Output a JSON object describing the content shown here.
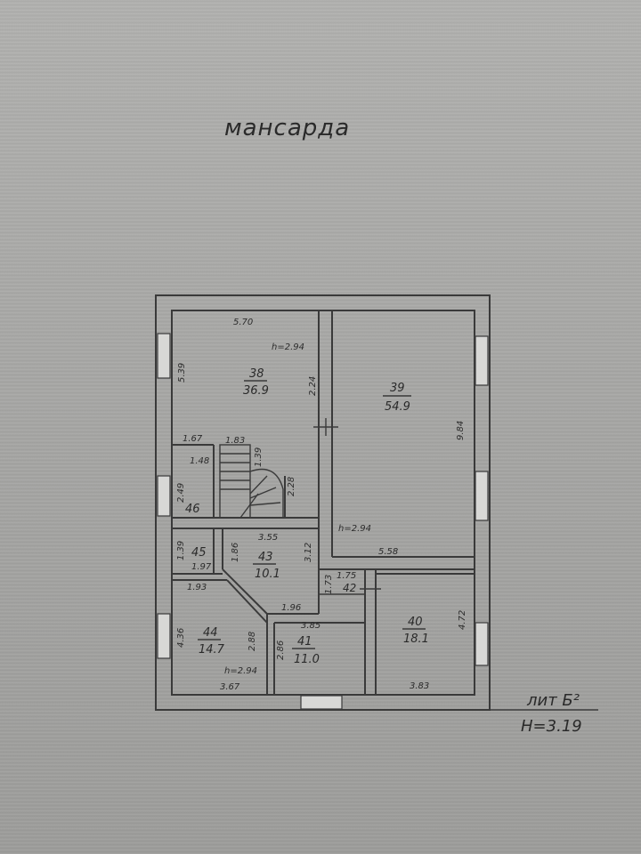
{
  "title": "мансарда",
  "footer": {
    "lit": "лит Б²",
    "height": "Н=3.19"
  },
  "rooms": [
    {
      "id": "38",
      "number": "38",
      "area": "36.9"
    },
    {
      "id": "39",
      "number": "39",
      "area": "54.9"
    },
    {
      "id": "40",
      "number": "40",
      "area": "18.1"
    },
    {
      "id": "41",
      "number": "41",
      "area": "11.0"
    },
    {
      "id": "42",
      "number": "42",
      "area": ""
    },
    {
      "id": "43",
      "number": "43",
      "area": "10.1"
    },
    {
      "id": "44",
      "number": "44",
      "area": "14.7"
    },
    {
      "id": "45",
      "number": "45",
      "area": ""
    },
    {
      "id": "46",
      "number": "46",
      "area": ""
    }
  ],
  "dimensions": {
    "d570": "5.70",
    "h294a": "h=2.94",
    "d539": "5.39",
    "d224": "2.24",
    "d984": "9.84",
    "d167": "1.67",
    "d183": "1.83",
    "d148": "1.48",
    "d249": "2.49",
    "d139": "1.39",
    "d228": "2.28",
    "d355": "3.55",
    "h294b": "h=2.94",
    "d558": "5.58",
    "d197": "1.97",
    "d186": "1.86",
    "d312": "3.12",
    "d175": "1.75",
    "d173": "1.73",
    "d193": "1.93",
    "d196": "1.96",
    "d385": "3.85",
    "d472": "4.72",
    "d436": "4.36",
    "d288": "2.88",
    "d286": "2.86",
    "h294c": "h=2.94",
    "d367": "3.67",
    "d383": "3.83"
  }
}
